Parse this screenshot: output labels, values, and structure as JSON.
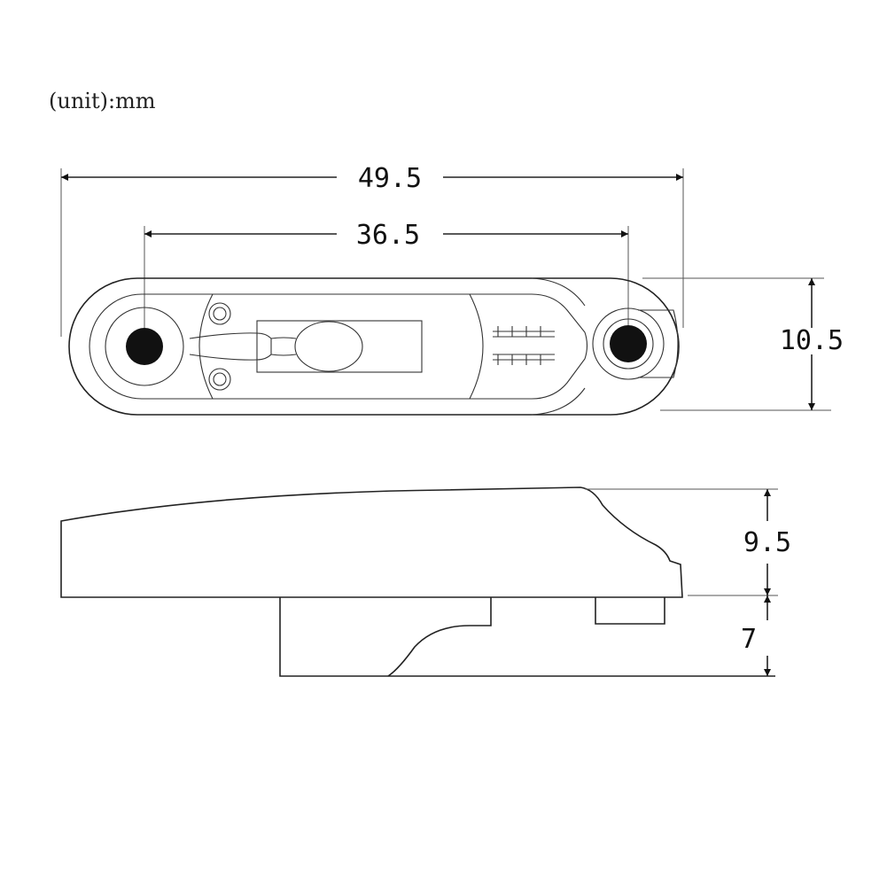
{
  "unit_label": "(unit):mm",
  "dimensions": {
    "overall_length": "49.5",
    "hole_spacing": "36.5",
    "width": "10.5",
    "body_height": "9.5",
    "base_height": "7"
  }
}
